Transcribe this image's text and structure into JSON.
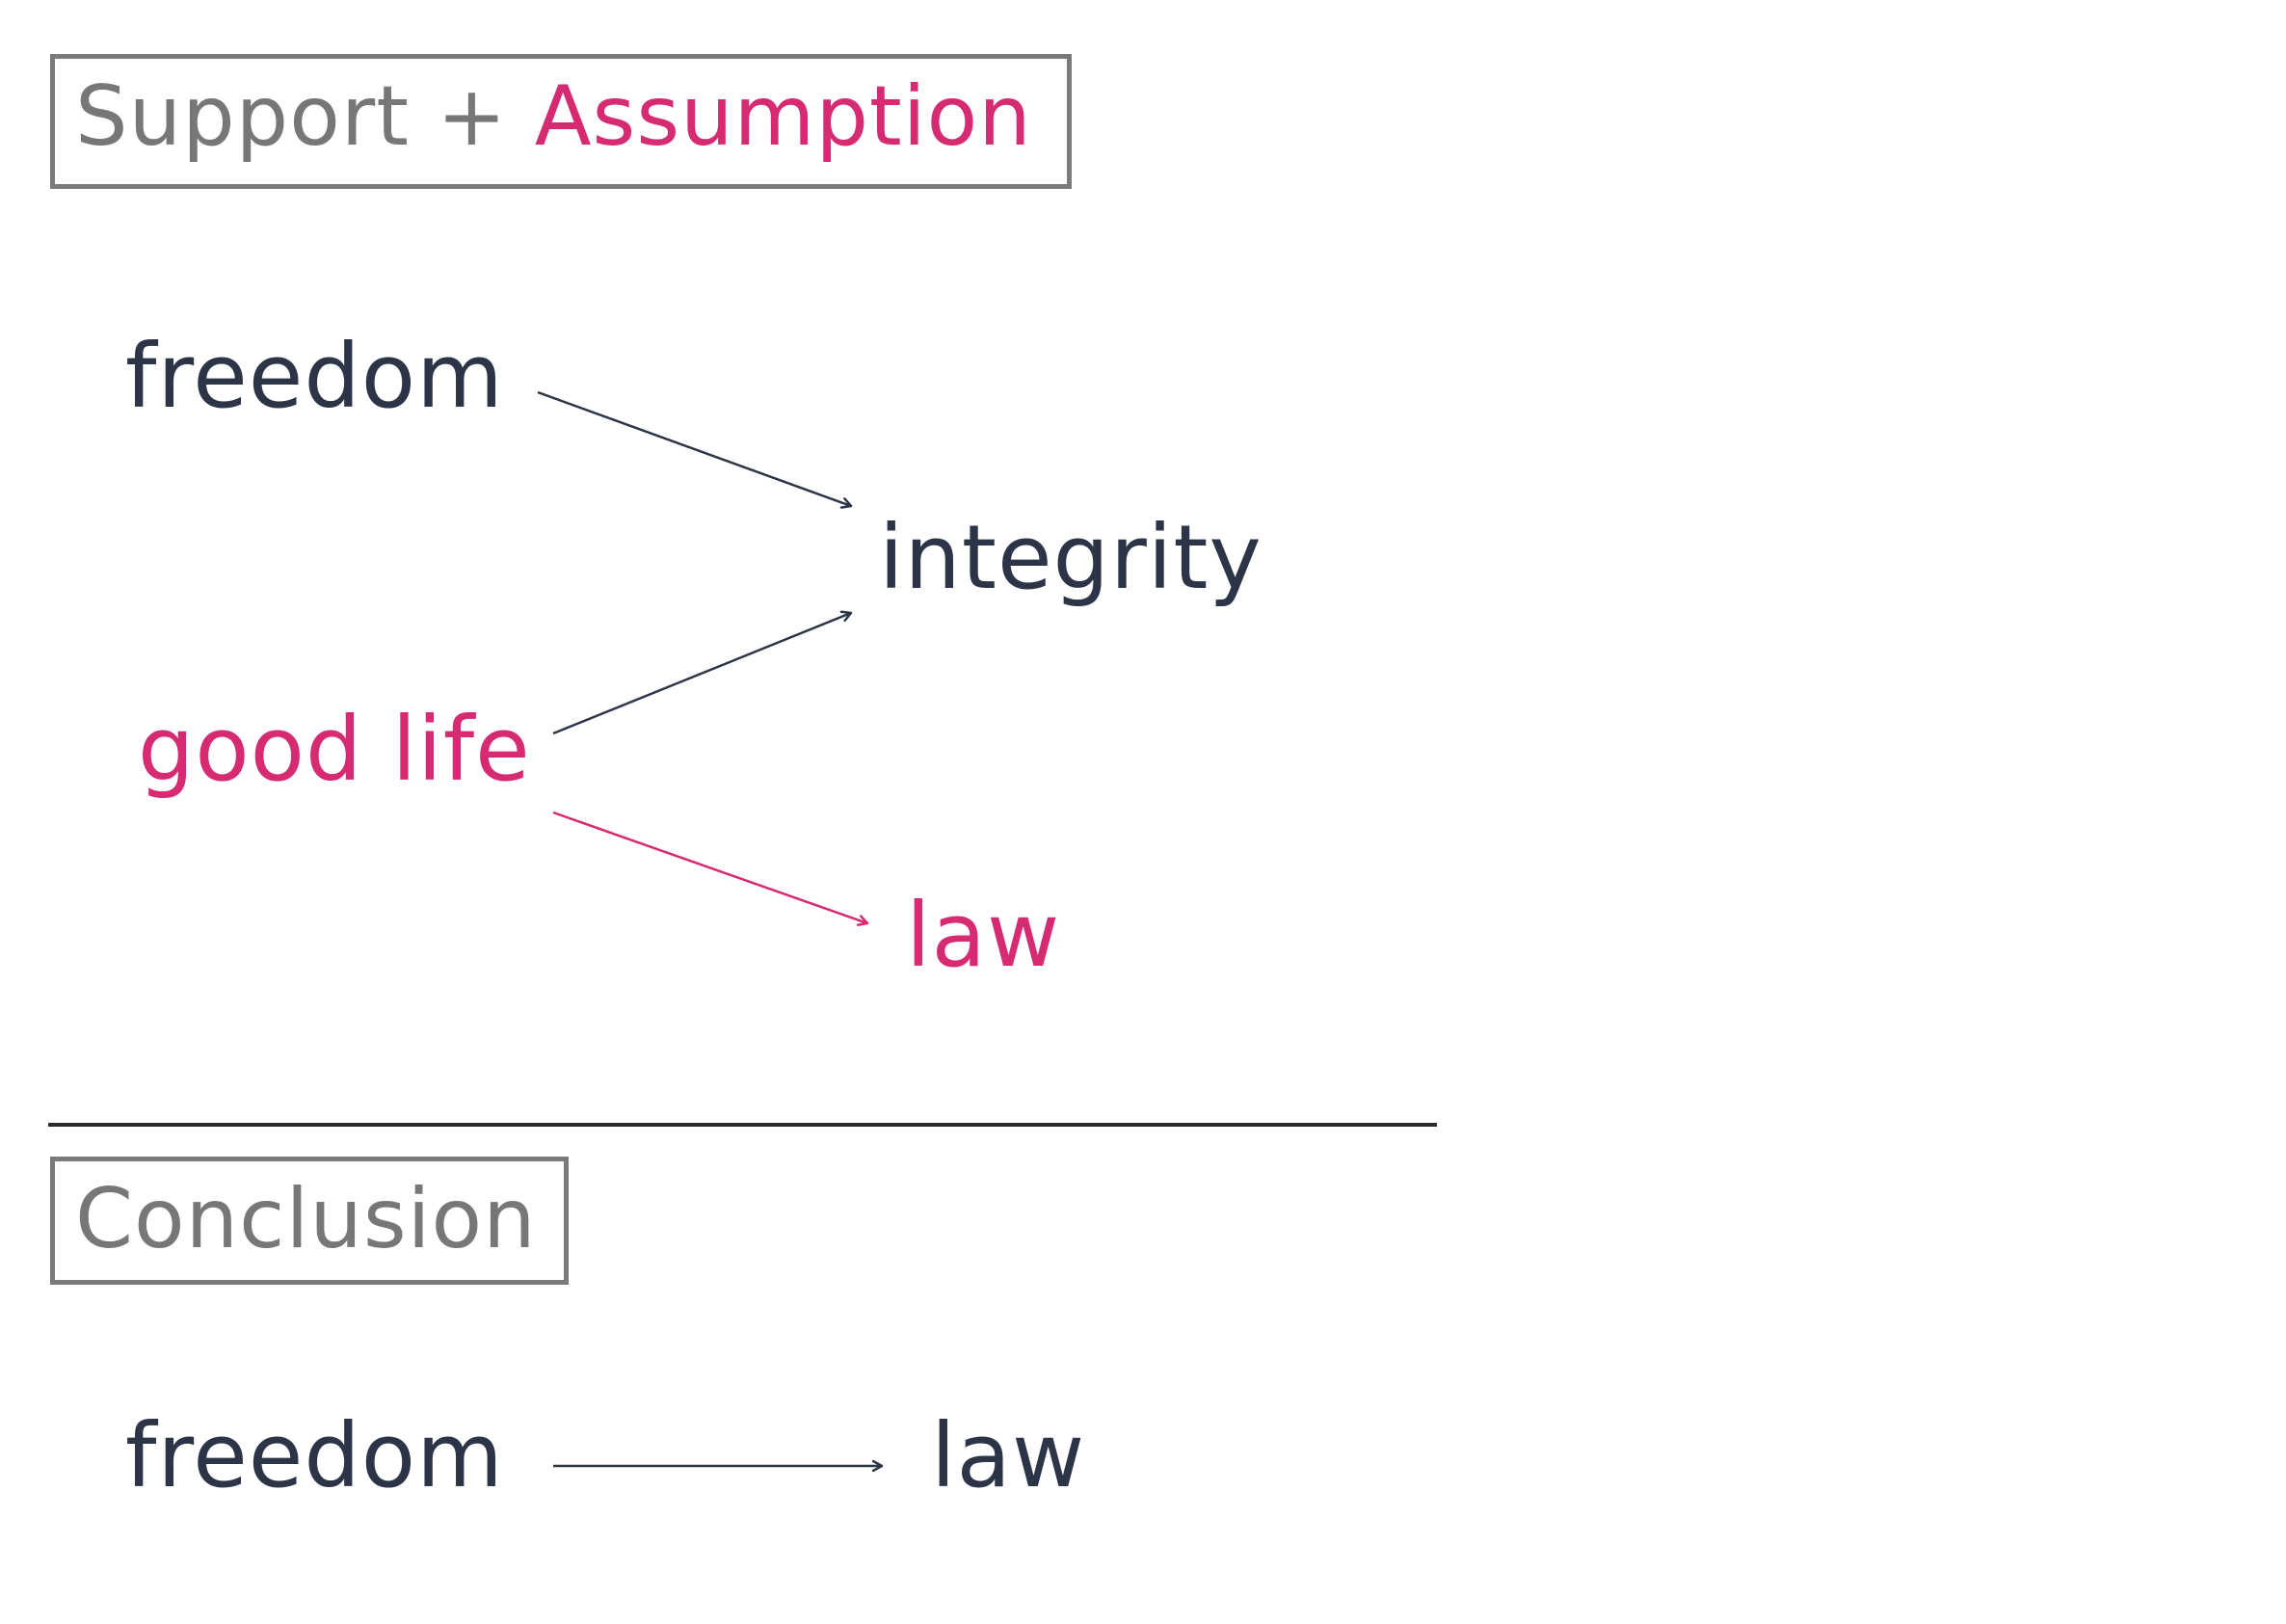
{
  "support_header": {
    "support_label": "Support",
    "plus": "+",
    "assumption_label": "Assumption"
  },
  "conclusion_header": {
    "label": "Conclusion"
  },
  "support_diagram": {
    "freedom": "freedom",
    "integrity": "integrity",
    "good_life": "good life",
    "law": "law"
  },
  "conclusion_diagram": {
    "freedom": "freedom",
    "law": "law"
  },
  "colors": {
    "support_color": "#2c3547",
    "assumption_color": "#d62a73",
    "header_gray": "#777777"
  }
}
